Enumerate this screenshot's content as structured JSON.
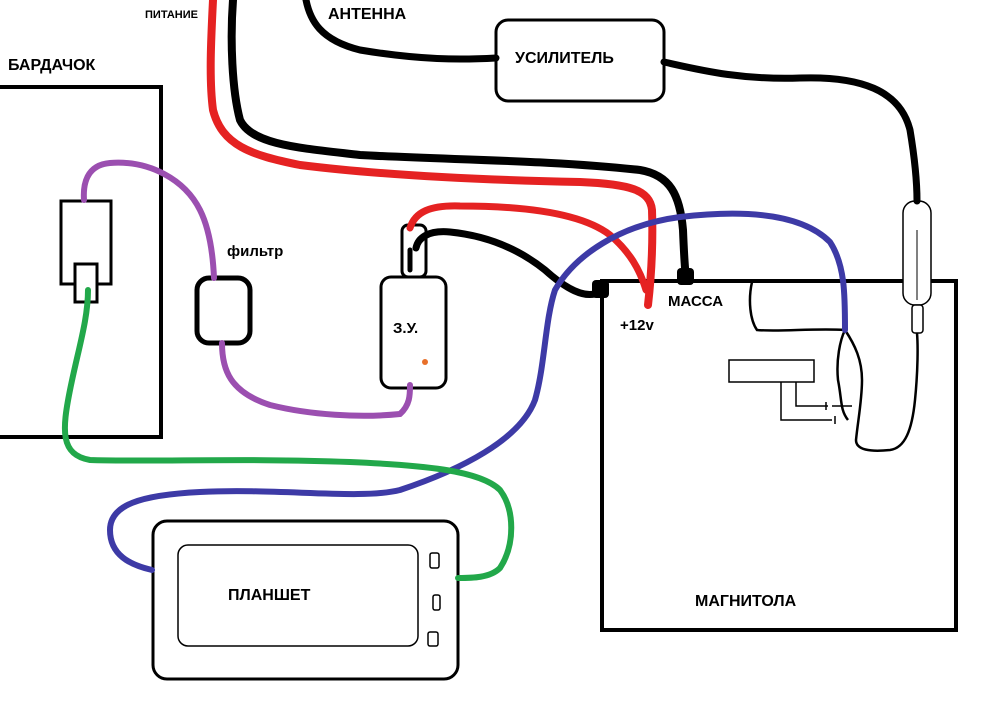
{
  "labels": {
    "power": "ПИТАНИЕ",
    "antenna": "АНТЕННА",
    "amplifier": "УСИЛИТЕЛЬ",
    "glovebox": "БАРДАЧОК",
    "filter": "фильтр",
    "charger": "З.У.",
    "ground": "МАССА",
    "plus12": "+12v",
    "tablet": "ПЛАНШЕТ",
    "head_unit": "МАГНИТОЛА"
  },
  "colors": {
    "red_wire": "#e52222",
    "black_wire": "#000000",
    "purple_wire": "#9b4fb0",
    "blue_wire": "#3d3aa6",
    "green_wire": "#22a84a",
    "charger_led": "#e8702a"
  }
}
